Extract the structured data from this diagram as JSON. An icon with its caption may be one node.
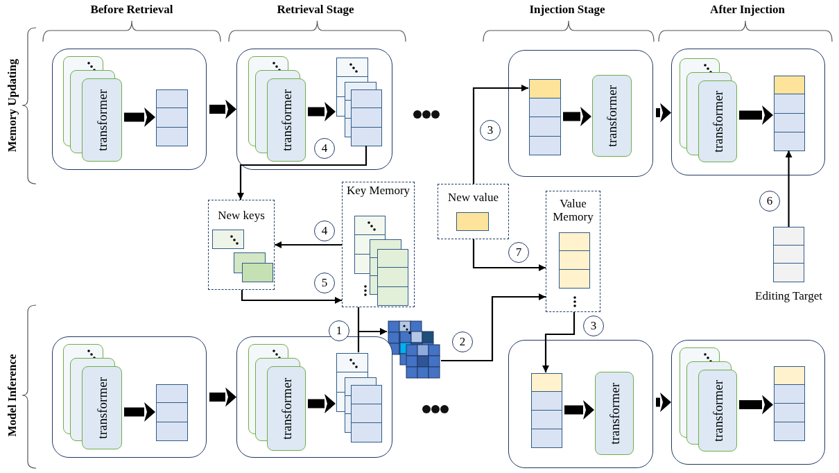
{
  "diagram": {
    "nodes": [
      {
        "text": [],
        "shape": "box"
      },
      {
        "text": [
          "transformer"
        ],
        "in": 0
      },
      {
        "text": [],
        "shape": "box",
        "in": 0
      },
      {
        "text": [],
        "shape": "box"
      },
      {
        "text": [
          "transformer"
        ],
        "in": 3
      },
      {
        "text": [],
        "shape": "box",
        "in": 3
      },
      {
        "text": [],
        "shape": "box"
      },
      {
        "text": [],
        "shape": "box",
        "in": 6
      },
      {
        "text": [
          "transformer"
        ],
        "in": 6
      },
      {
        "text": [],
        "shape": "box"
      },
      {
        "text": [
          "transformer"
        ],
        "in": 9
      },
      {
        "text": [],
        "shape": "box",
        "in": 9
      },
      {
        "text": [
          "New keys"
        ]
      },
      {
        "text": [
          "Key Memory"
        ]
      },
      {
        "text": [
          "New value"
        ]
      },
      {
        "text": [],
        "shape": "box",
        "in": 14
      },
      {
        "text": [
          "Value Memory"
        ]
      },
      {
        "text": [],
        "shape": "box",
        "beside": [
          "Editing Target"
        ]
      },
      {
        "text": [],
        "shape": "grid"
      },
      {
        "text": [],
        "shape": "box"
      },
      {
        "text": [
          "transformer"
        ],
        "in": 19
      },
      {
        "text": [],
        "shape": "box",
        "in": 19
      },
      {
        "text": [],
        "shape": "box"
      },
      {
        "text": [
          "transformer"
        ],
        "in": 22
      },
      {
        "text": [],
        "shape": "box",
        "in": 22
      },
      {
        "text": [],
        "shape": "box"
      },
      {
        "text": [],
        "shape": "box",
        "in": 25
      },
      {
        "text": [
          "transformer"
        ],
        "in": 25
      },
      {
        "text": [],
        "shape": "box"
      },
      {
        "text": [
          "transformer"
        ],
        "in": 28
      },
      {
        "text": [],
        "shape": "box",
        "in": 28
      }
    ],
    "edges": [
      {
        "from": 1,
        "to": 2,
        "arrow": "to"
      },
      {
        "from": 0,
        "to": 3,
        "arrow": "to"
      },
      {
        "from": 4,
        "to": 5,
        "arrow": "to"
      },
      {
        "from": 7,
        "to": 8,
        "arrow": "to"
      },
      {
        "from": 6,
        "to": 9,
        "arrow": "to"
      },
      {
        "from": 10,
        "to": 11,
        "arrow": "to"
      },
      {
        "from": 5,
        "to": 12,
        "arrow": "to",
        "label": "4"
      },
      {
        "from": 13,
        "to": 12,
        "arrow": "to",
        "label": "4"
      },
      {
        "from": 12,
        "to": 13,
        "arrow": "to",
        "label": "5"
      },
      {
        "from": 14,
        "to": 7,
        "arrow": "to",
        "label": "3"
      },
      {
        "from": 14,
        "to": 16,
        "arrow": "to",
        "label": "7"
      },
      {
        "from": 17,
        "to": 11,
        "arrow": "to",
        "label": "6"
      },
      {
        "from": 13,
        "to": 18,
        "arrow": "to",
        "label": "1"
      },
      {
        "from": 24,
        "to": 18,
        "arrow": "to"
      },
      {
        "from": 18,
        "to": 16,
        "arrow": "to",
        "label": "2"
      },
      {
        "from": 16,
        "to": 26,
        "arrow": "to",
        "label": "3"
      },
      {
        "from": 20,
        "to": 21,
        "arrow": "to"
      },
      {
        "from": 19,
        "to": 22,
        "arrow": "to"
      },
      {
        "from": 23,
        "to": 24,
        "arrow": "to"
      },
      {
        "from": 26,
        "to": 27,
        "arrow": "to"
      },
      {
        "from": 25,
        "to": 28,
        "arrow": "to"
      },
      {
        "from": 29,
        "to": 30,
        "arrow": "to"
      }
    ],
    "labels": [
      "Before Retrieval",
      "Retrieval Stage",
      "Injection Stage",
      "After Injection",
      "Memory Updating",
      "Model Inference"
    ]
  }
}
